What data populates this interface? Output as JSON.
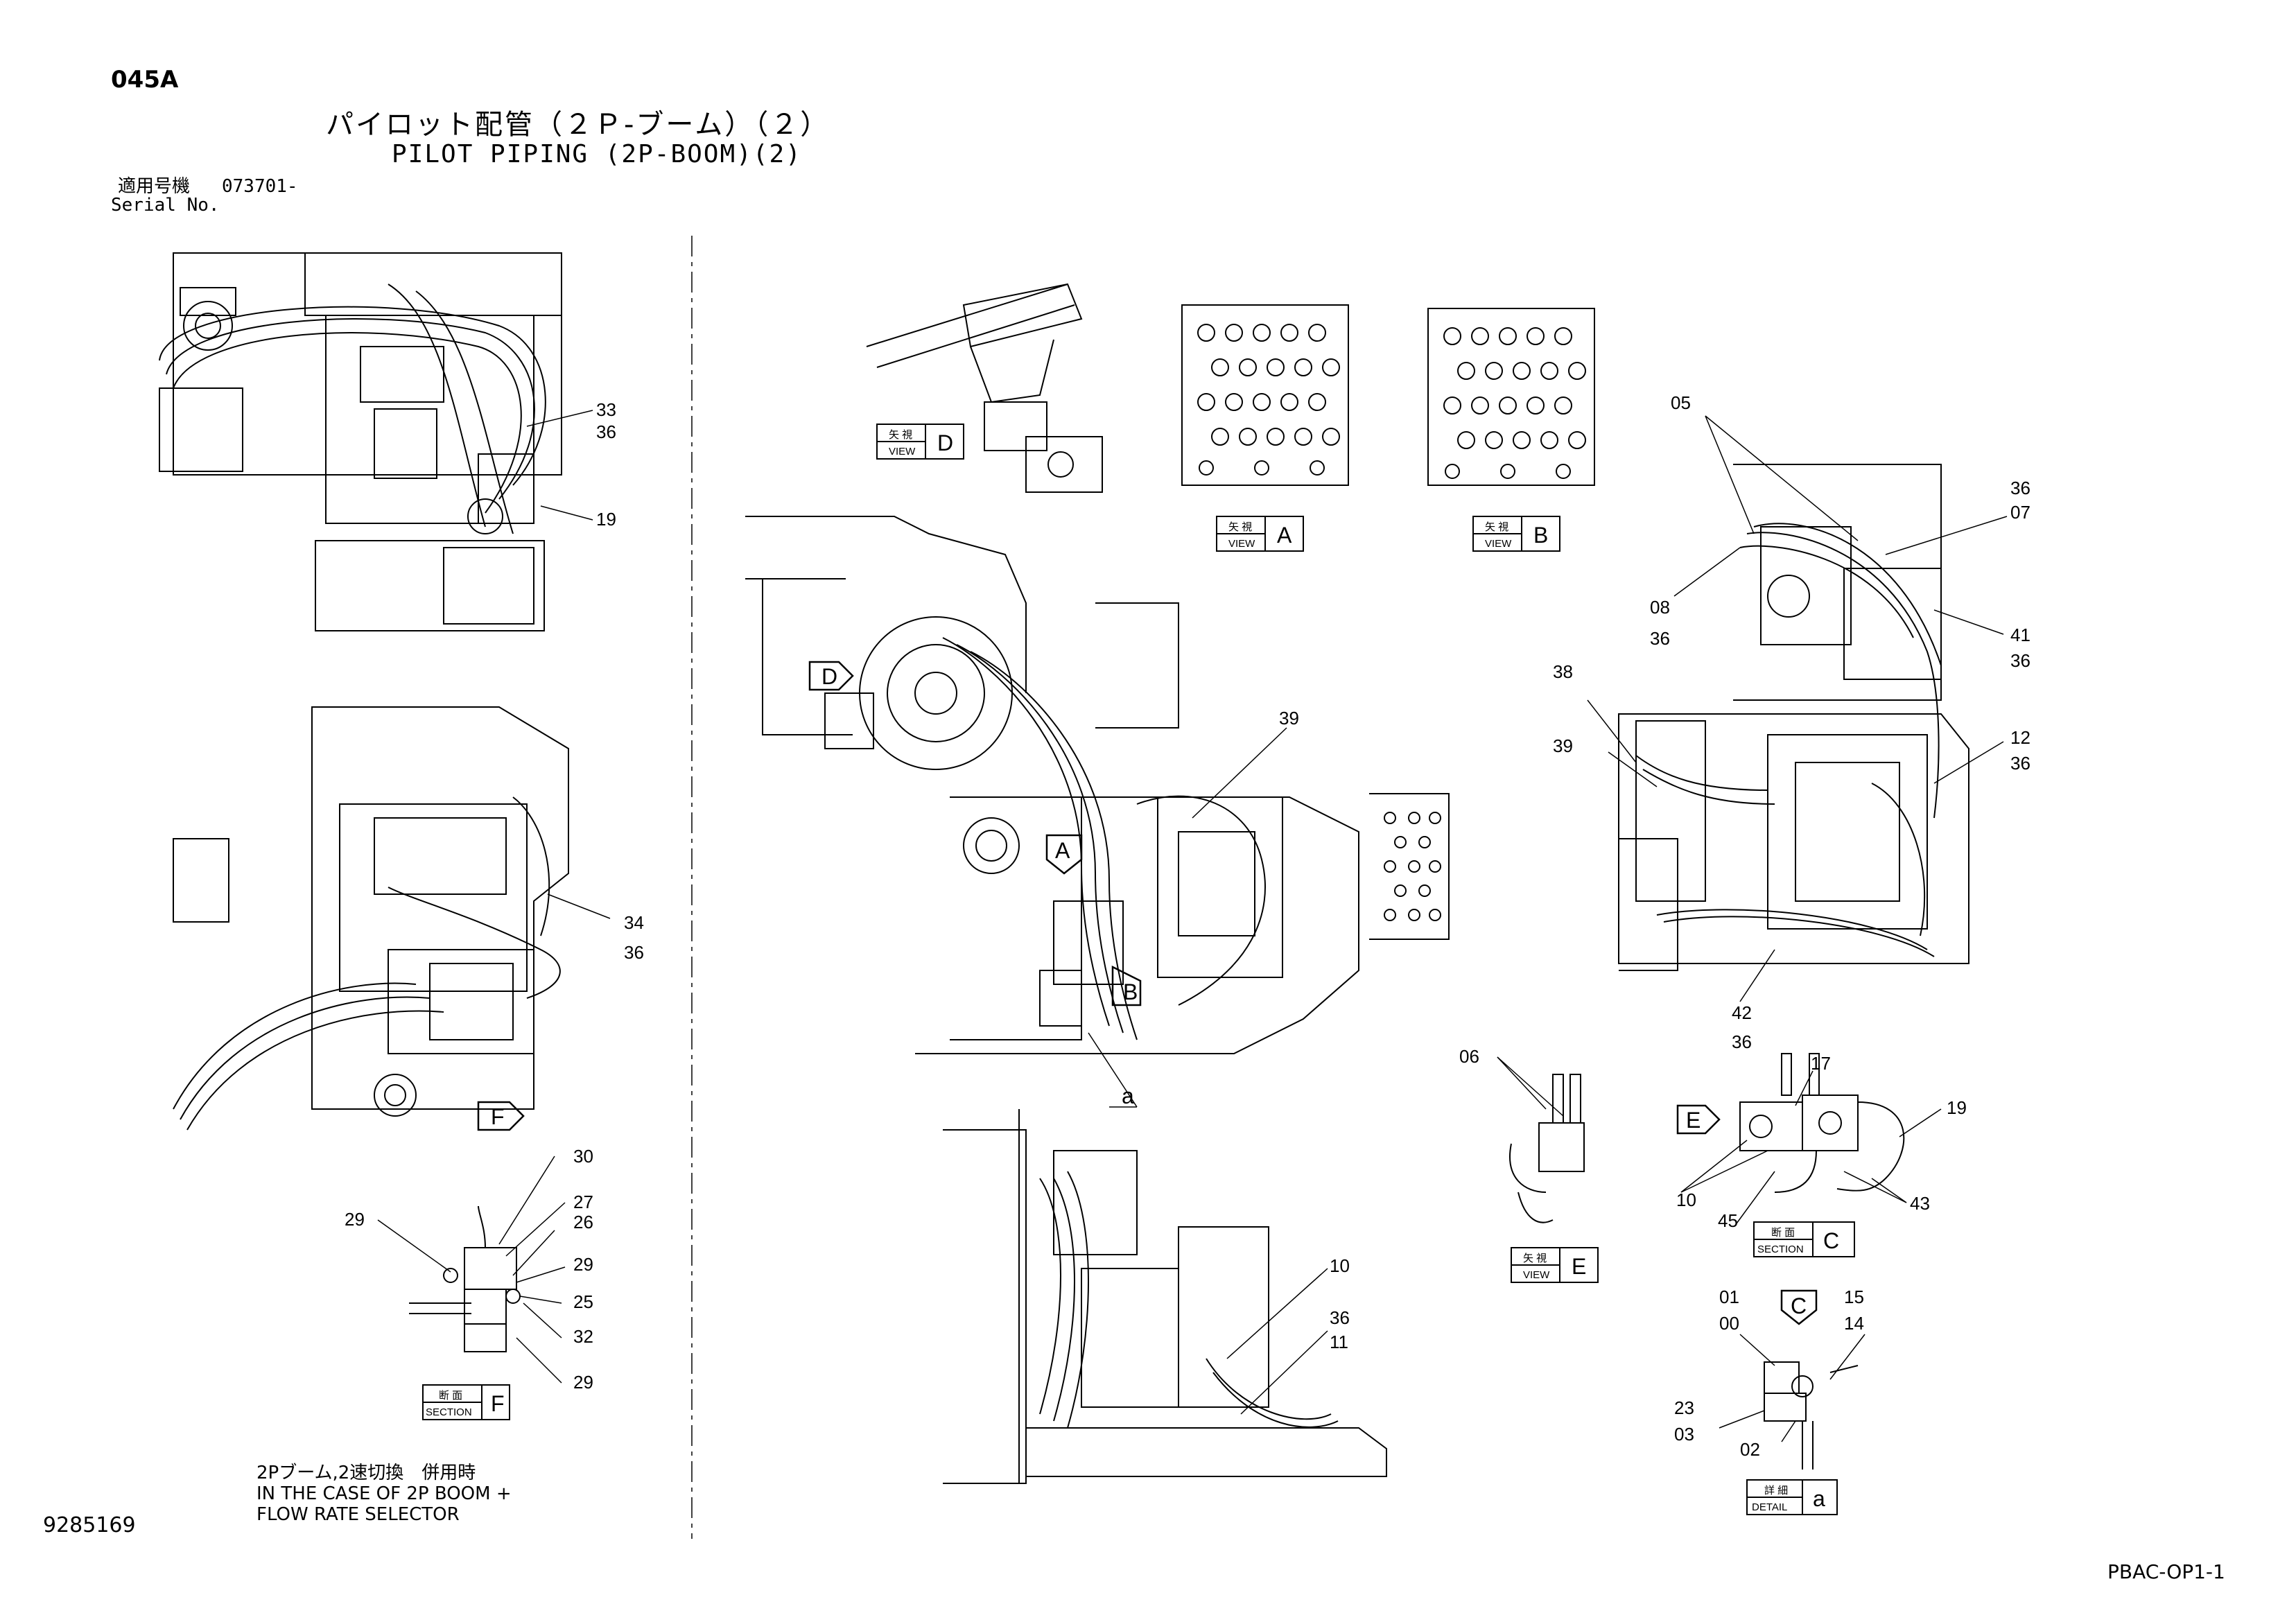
{
  "header": {
    "page_code": "045A",
    "title_jp": "パイロット配管（２Ｐ-ブーム）（２）",
    "title_en": "PILOT PIPING (2P-BOOM)(2)",
    "serial_label_jp": "適用号機",
    "serial_value": "073701-",
    "serial_label_en": "Serial No."
  },
  "notes": {
    "line1_jp": "2Pブーム,2速切換　併用時",
    "line2_en": "IN THE CASE OF 2P BOOM +",
    "line3_en": "FLOW RATE SELECTOR"
  },
  "footer": {
    "document_number": "9285169",
    "sheet_code": "PBAC-OP1-1"
  },
  "view_labels": {
    "view_D": {
      "jp": "矢 視",
      "en": "VIEW",
      "letter": "D"
    },
    "view_A": {
      "jp": "矢 視",
      "en": "VIEW",
      "letter": "A"
    },
    "view_B": {
      "jp": "矢 視",
      "en": "VIEW",
      "letter": "B"
    },
    "view_E": {
      "jp": "矢 視",
      "en": "VIEW",
      "letter": "E"
    },
    "section_C": {
      "jp": "断 面",
      "en": "SECTION",
      "letter": "C"
    },
    "section_F": {
      "jp": "断 面",
      "en": "SECTION",
      "letter": "F"
    },
    "detail_a": {
      "jp": "詳 細",
      "en": "DETAIL",
      "letter": "a"
    }
  },
  "arrow_markers": {
    "D": "D",
    "A": "A",
    "B": "B",
    "F": "F",
    "E": "E",
    "C": "C",
    "a": "a"
  },
  "callouts": {
    "c33": "33",
    "c36a": "36",
    "c19a": "19",
    "c34": "34",
    "c36b": "36",
    "c30": "30",
    "c27": "27",
    "c26": "26",
    "c29a": "29",
    "c29b": "29",
    "c25": "25",
    "c32": "32",
    "c29c": "29",
    "c39a": "39",
    "c10a": "10",
    "c36c": "36",
    "c11": "11",
    "c05": "05",
    "c36d": "36",
    "c07": "07",
    "c08": "08",
    "c36e": "36",
    "c41": "41",
    "c36f": "36",
    "c38": "38",
    "c39b": "39",
    "c12": "12",
    "c36g": "36",
    "c42": "42",
    "c36h": "36",
    "c06": "06",
    "c17": "17",
    "c19b": "19",
    "c10b": "10",
    "c45": "45",
    "c43": "43",
    "c01": "01",
    "c00": "00",
    "c15": "15",
    "c14": "14",
    "c23": "23",
    "c03": "03",
    "c02": "02"
  }
}
